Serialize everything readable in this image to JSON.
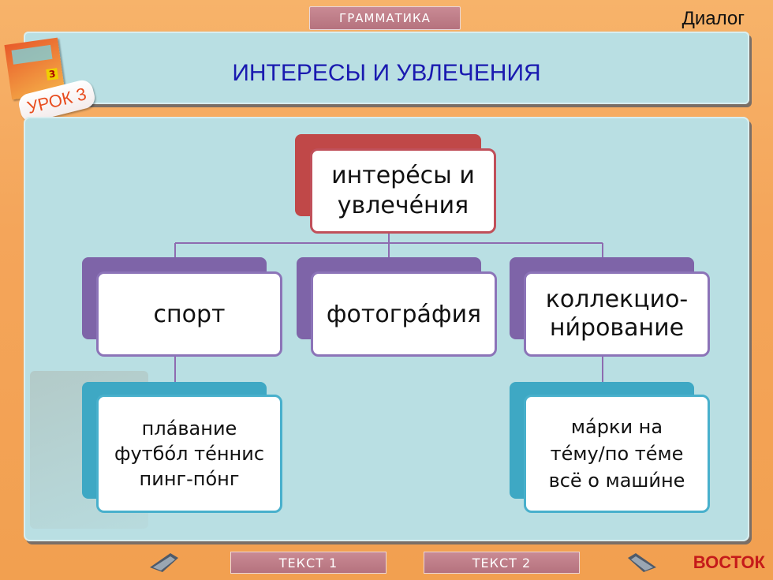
{
  "header": {
    "section_tab": "ГРАММАТИКА",
    "dialog_link": "Диалог",
    "title": "ИНТЕРЕСЫ И УВЛЕЧЕНИЯ",
    "lesson_badge": "УРОК 3",
    "book_number": "3"
  },
  "diagram": {
    "root": {
      "line1": "интере́сы и",
      "line2": "увлече́ния"
    },
    "branches": [
      {
        "label": "спорт",
        "children": [
          "пла́вание",
          "футбо́л те́ннис",
          "пинг-по́нг"
        ]
      },
      {
        "label": "фотогра́фия"
      },
      {
        "line1": "коллекцио-",
        "line2": "ни́рование",
        "children": [
          "ма́рки на",
          "те́му/по те́ме",
          "всё о маши́не"
        ]
      }
    ]
  },
  "footer": {
    "text1": "ТЕКСТ  1",
    "text2": "ТЕКСТ  2",
    "brand": "ВОСТОК"
  },
  "colors": {
    "root_back": "#c04848",
    "root_border": "#c0505a",
    "branch_back": "#7e64a8",
    "branch_border": "#8c74b8",
    "leaf_back": "#3ea8c4",
    "leaf_border": "#48b0cc",
    "connector": "#8e6bb0",
    "title": "#1a1ab0"
  }
}
